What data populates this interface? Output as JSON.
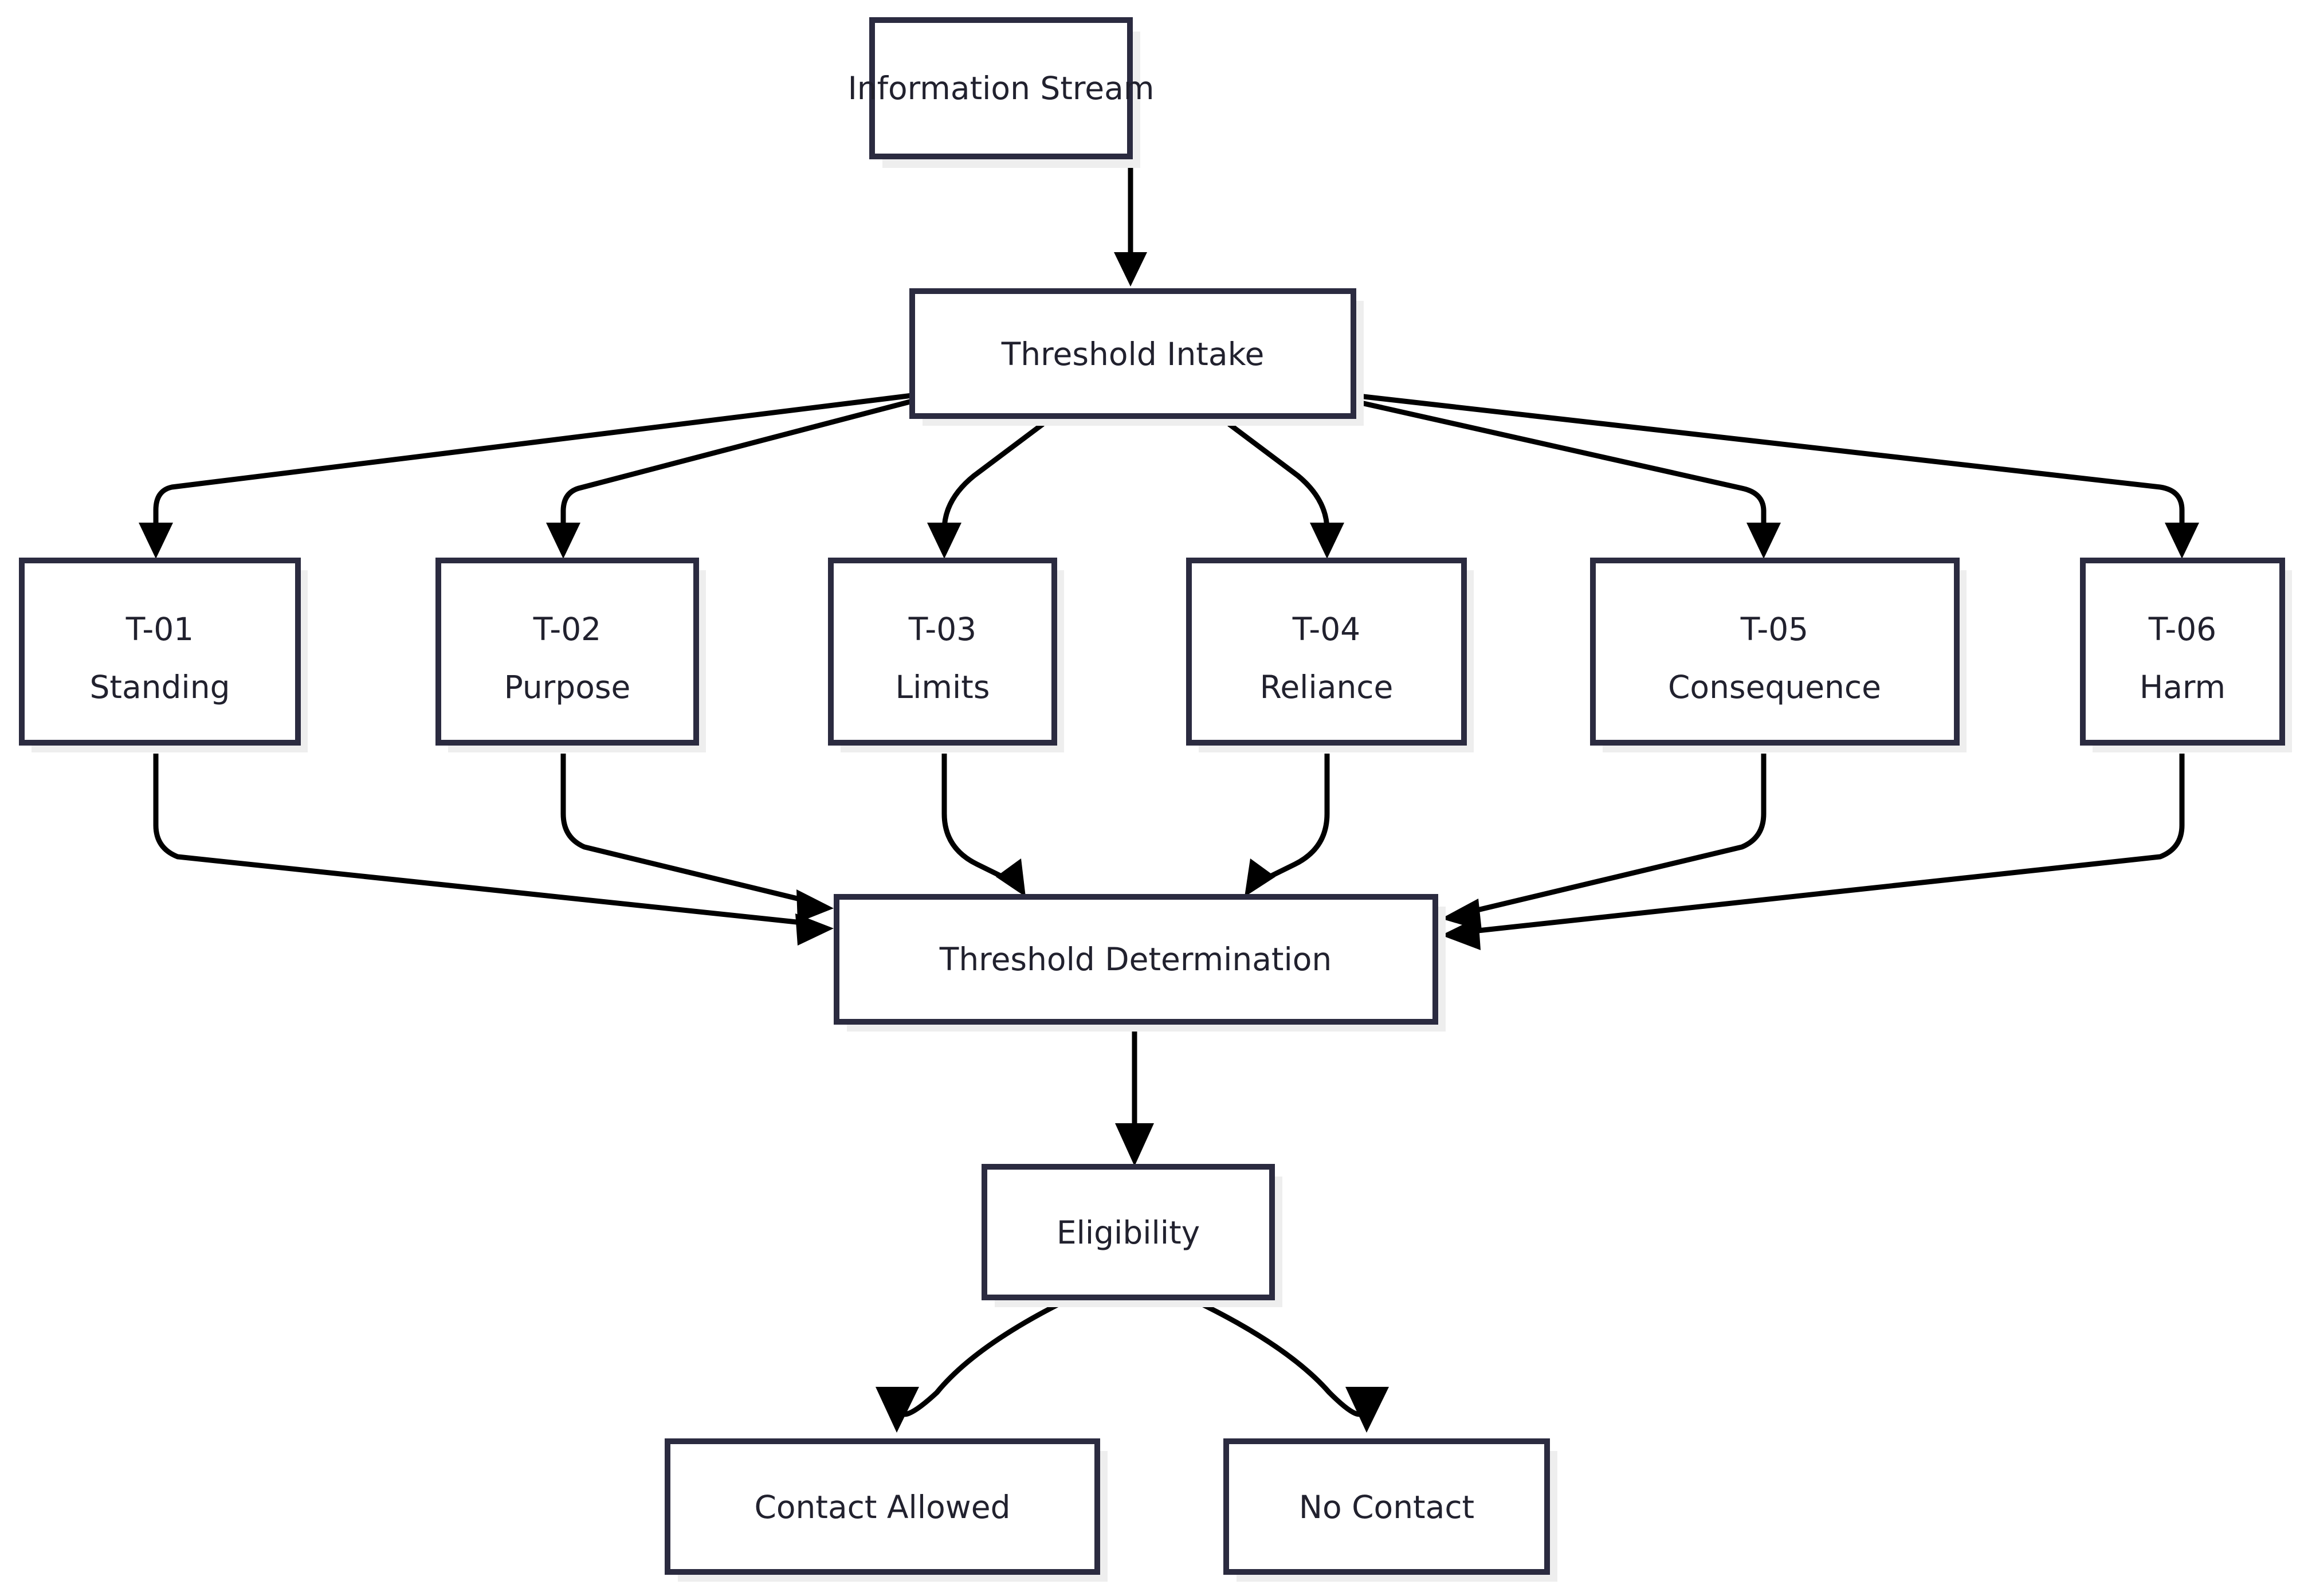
{
  "diagram": {
    "type": "flowchart",
    "orientation": "top-to-bottom",
    "background_color": "#ffffff",
    "node_border_color": "#2b2b40",
    "node_fill_color": "#ffffff",
    "node_text_color": "#21212e",
    "edge_color": "#000000",
    "shadow_color": "#eeeeee"
  },
  "nodes": {
    "information_stream": {
      "label": "Information Stream"
    },
    "threshold_intake": {
      "label": "Threshold Intake"
    },
    "t01": {
      "id_label": "T-01",
      "name_label": "Standing"
    },
    "t02": {
      "id_label": "T-02",
      "name_label": "Purpose"
    },
    "t03": {
      "id_label": "T-03",
      "name_label": "Limits"
    },
    "t04": {
      "id_label": "T-04",
      "name_label": "Reliance"
    },
    "t05": {
      "id_label": "T-05",
      "name_label": "Consequence"
    },
    "t06": {
      "id_label": "T-06",
      "name_label": "Harm"
    },
    "threshold_determination": {
      "label": "Threshold Determination"
    },
    "eligibility": {
      "label": "Eligibility"
    },
    "contact_allowed": {
      "label": "Contact Allowed"
    },
    "no_contact": {
      "label": "No Contact"
    }
  },
  "edges": [
    {
      "from": "Information Stream",
      "to": "Threshold Intake"
    },
    {
      "from": "Threshold Intake",
      "to": "T-01 Standing"
    },
    {
      "from": "Threshold Intake",
      "to": "T-02 Purpose"
    },
    {
      "from": "Threshold Intake",
      "to": "T-03 Limits"
    },
    {
      "from": "Threshold Intake",
      "to": "T-04 Reliance"
    },
    {
      "from": "Threshold Intake",
      "to": "T-05 Consequence"
    },
    {
      "from": "Threshold Intake",
      "to": "T-06 Harm"
    },
    {
      "from": "T-01 Standing",
      "to": "Threshold Determination"
    },
    {
      "from": "T-02 Purpose",
      "to": "Threshold Determination"
    },
    {
      "from": "T-03 Limits",
      "to": "Threshold Determination"
    },
    {
      "from": "T-04 Reliance",
      "to": "Threshold Determination"
    },
    {
      "from": "T-05 Consequence",
      "to": "Threshold Determination"
    },
    {
      "from": "T-06 Harm",
      "to": "Threshold Determination"
    },
    {
      "from": "Threshold Determination",
      "to": "Eligibility"
    },
    {
      "from": "Eligibility",
      "to": "Contact Allowed"
    },
    {
      "from": "Eligibility",
      "to": "No Contact"
    }
  ]
}
